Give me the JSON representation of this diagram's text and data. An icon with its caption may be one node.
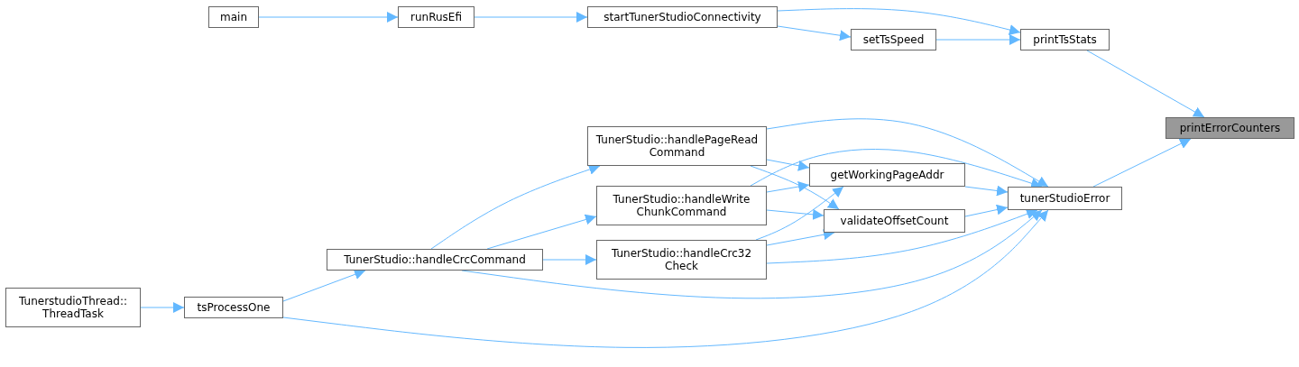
{
  "diagram": {
    "nodes": [
      {
        "text": [
          "printErrorCounters"
        ]
      },
      {
        "text": [
          "printTsStats"
        ]
      },
      {
        "text": [
          "tunerStudioError"
        ]
      },
      {
        "text": [
          "startTunerStudioConnectivity"
        ]
      },
      {
        "text": [
          "setTsSpeed"
        ]
      },
      {
        "text": [
          "runRusEfi"
        ]
      },
      {
        "text": [
          "main"
        ]
      },
      {
        "text": [
          "TunerStudio::handlePageRead Command"
        ]
      },
      {
        "text": [
          "getWorkingPageAddr"
        ]
      },
      {
        "text": [
          "TunerStudio::handleWrite ChunkCommand"
        ]
      },
      {
        "text": [
          "validateOffsetCount"
        ]
      },
      {
        "text": [
          "TunerStudio::handleCrc32 Check"
        ]
      },
      {
        "text": [
          "TunerStudio::handleCrcCommand"
        ]
      },
      {
        "text": [
          "tsProcessOne"
        ]
      },
      {
        "text": [
          "TunerstudioThread:: ThreadTask"
        ]
      }
    ],
    "edges": [
      {
        "from": 6,
        "to": 5,
        "arrow": "to"
      },
      {
        "from": 5,
        "to": 3,
        "arrow": "to"
      },
      {
        "from": 3,
        "to": 1,
        "arrow": "to"
      },
      {
        "from": 3,
        "to": 4,
        "arrow": "to"
      },
      {
        "from": 4,
        "to": 1,
        "arrow": "to"
      },
      {
        "from": 1,
        "to": 0,
        "arrow": "to"
      },
      {
        "from": 2,
        "to": 0,
        "arrow": "to"
      },
      {
        "from": 7,
        "to": 2,
        "arrow": "to"
      },
      {
        "from": 7,
        "to": 8,
        "arrow": "to"
      },
      {
        "from": 7,
        "to": 10,
        "arrow": "to"
      },
      {
        "from": 9,
        "to": 8,
        "arrow": "to"
      },
      {
        "from": 9,
        "to": 10,
        "arrow": "to"
      },
      {
        "from": 9,
        "to": 2,
        "arrow": "to"
      },
      {
        "from": 11,
        "to": 8,
        "arrow": "to"
      },
      {
        "from": 11,
        "to": 10,
        "arrow": "to"
      },
      {
        "from": 11,
        "to": 2,
        "arrow": "to"
      },
      {
        "from": 12,
        "to": 7,
        "arrow": "to"
      },
      {
        "from": 12,
        "to": 9,
        "arrow": "to"
      },
      {
        "from": 12,
        "to": 11,
        "arrow": "to"
      },
      {
        "from": 12,
        "to": 2,
        "arrow": "to"
      },
      {
        "from": 13,
        "to": 12,
        "arrow": "to"
      },
      {
        "from": 13,
        "to": 2,
        "arrow": "to"
      },
      {
        "from": 14,
        "to": 13,
        "arrow": "to"
      },
      {
        "from": 8,
        "to": 2,
        "arrow": "to"
      },
      {
        "from": 10,
        "to": 2,
        "arrow": "to"
      }
    ]
  }
}
